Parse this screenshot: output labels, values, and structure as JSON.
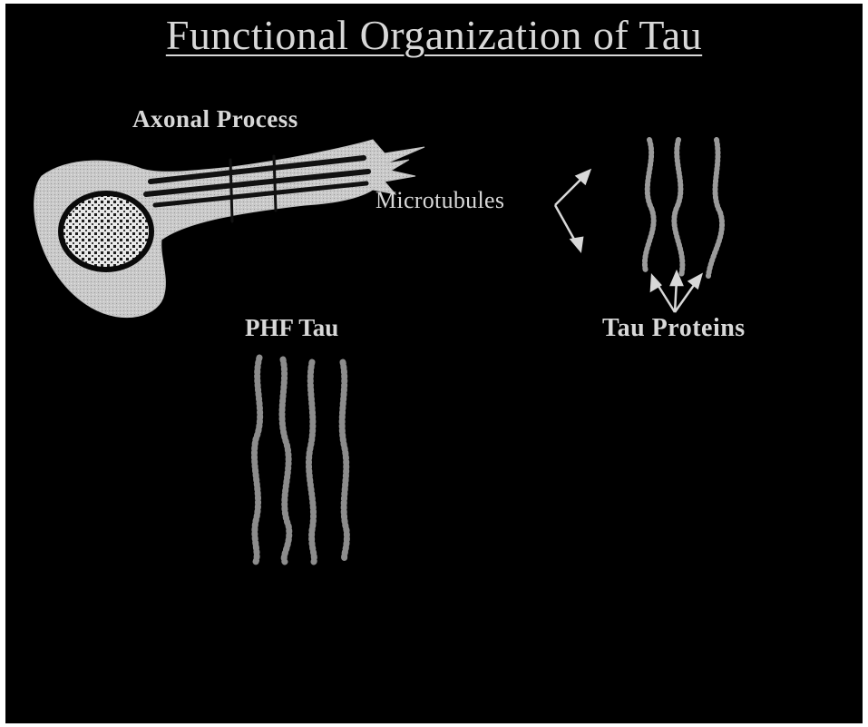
{
  "slide": {
    "title": "Functional Organization of Tau",
    "labels": {
      "axonal_process": "Axonal Process",
      "microtubules": "Microtubules",
      "phf_tau": "PHF Tau",
      "tau_proteins": "Tau Proteins"
    }
  },
  "colors": {
    "background": "#000000",
    "text": "#d8d8d8",
    "cell_fill": "#cfcfcf",
    "nucleus_dots": "#2a2a2a"
  }
}
